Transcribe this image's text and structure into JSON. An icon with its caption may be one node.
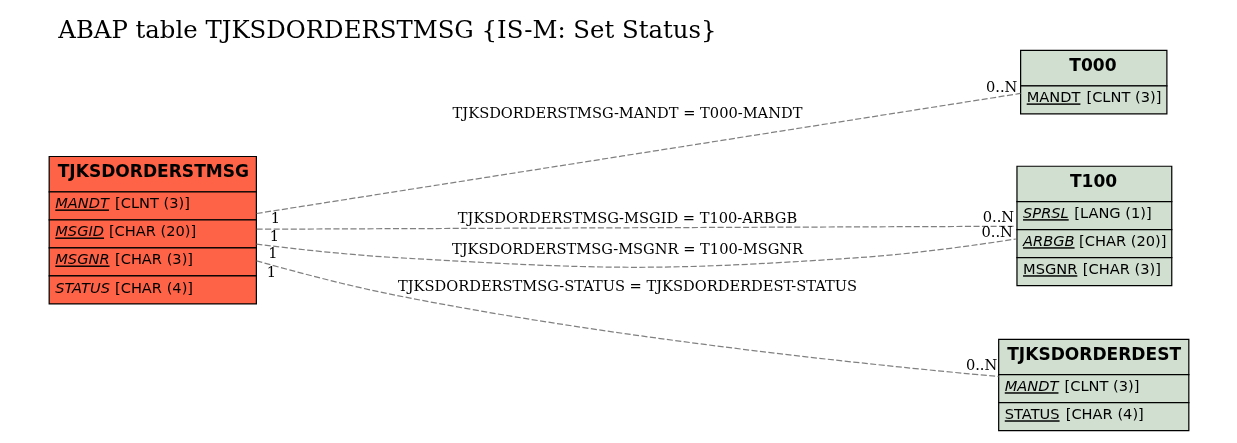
{
  "diagram": {
    "title": "ABAP table TJKSDORDERSTMSG {IS-M: Set Status}",
    "nodes": [
      {
        "text": [
          "TJKSDORDERSTMSG",
          "MANDT [CLNT (3)]",
          "MSGID [CHAR (20)]",
          "MSGNR [CHAR (3)]",
          "STATUS [CHAR (4)]"
        ]
      },
      {
        "text": [
          "T000",
          "MANDT [CLNT (3)]"
        ]
      },
      {
        "text": [
          "T100",
          "SPRSL [LANG (1)]",
          "ARBGB [CHAR (20)]",
          "MSGNR [CHAR (3)]"
        ]
      },
      {
        "text": [
          "TJKSDORDERDEST",
          "MANDT [CLNT (3)]",
          "STATUS [CHAR (4)]"
        ]
      }
    ],
    "edges": [
      {
        "from": 0,
        "to": 1,
        "arrow": "none",
        "style": "dashed",
        "label": "TJKSDORDERSTMSG-MANDT = T000-MANDT"
      },
      {
        "from": 0,
        "to": 2,
        "arrow": "none",
        "style": "dashed",
        "label": "TJKSDORDERSTMSG-MSGID = T100-ARBGB"
      },
      {
        "from": 0,
        "to": 2,
        "arrow": "none",
        "style": "dashed",
        "label": "TJKSDORDERSTMSG-MSGNR = T100-MSGNR"
      },
      {
        "from": 0,
        "to": 3,
        "arrow": "none",
        "style": "dashed",
        "label": "TJKSDORDERSTMSG-STATUS = TJKSDORDERDEST-STATUS"
      }
    ],
    "labels": [
      "0..N",
      "1",
      "0..N",
      "1",
      "1",
      "0..N",
      "1",
      "0..N"
    ]
  }
}
